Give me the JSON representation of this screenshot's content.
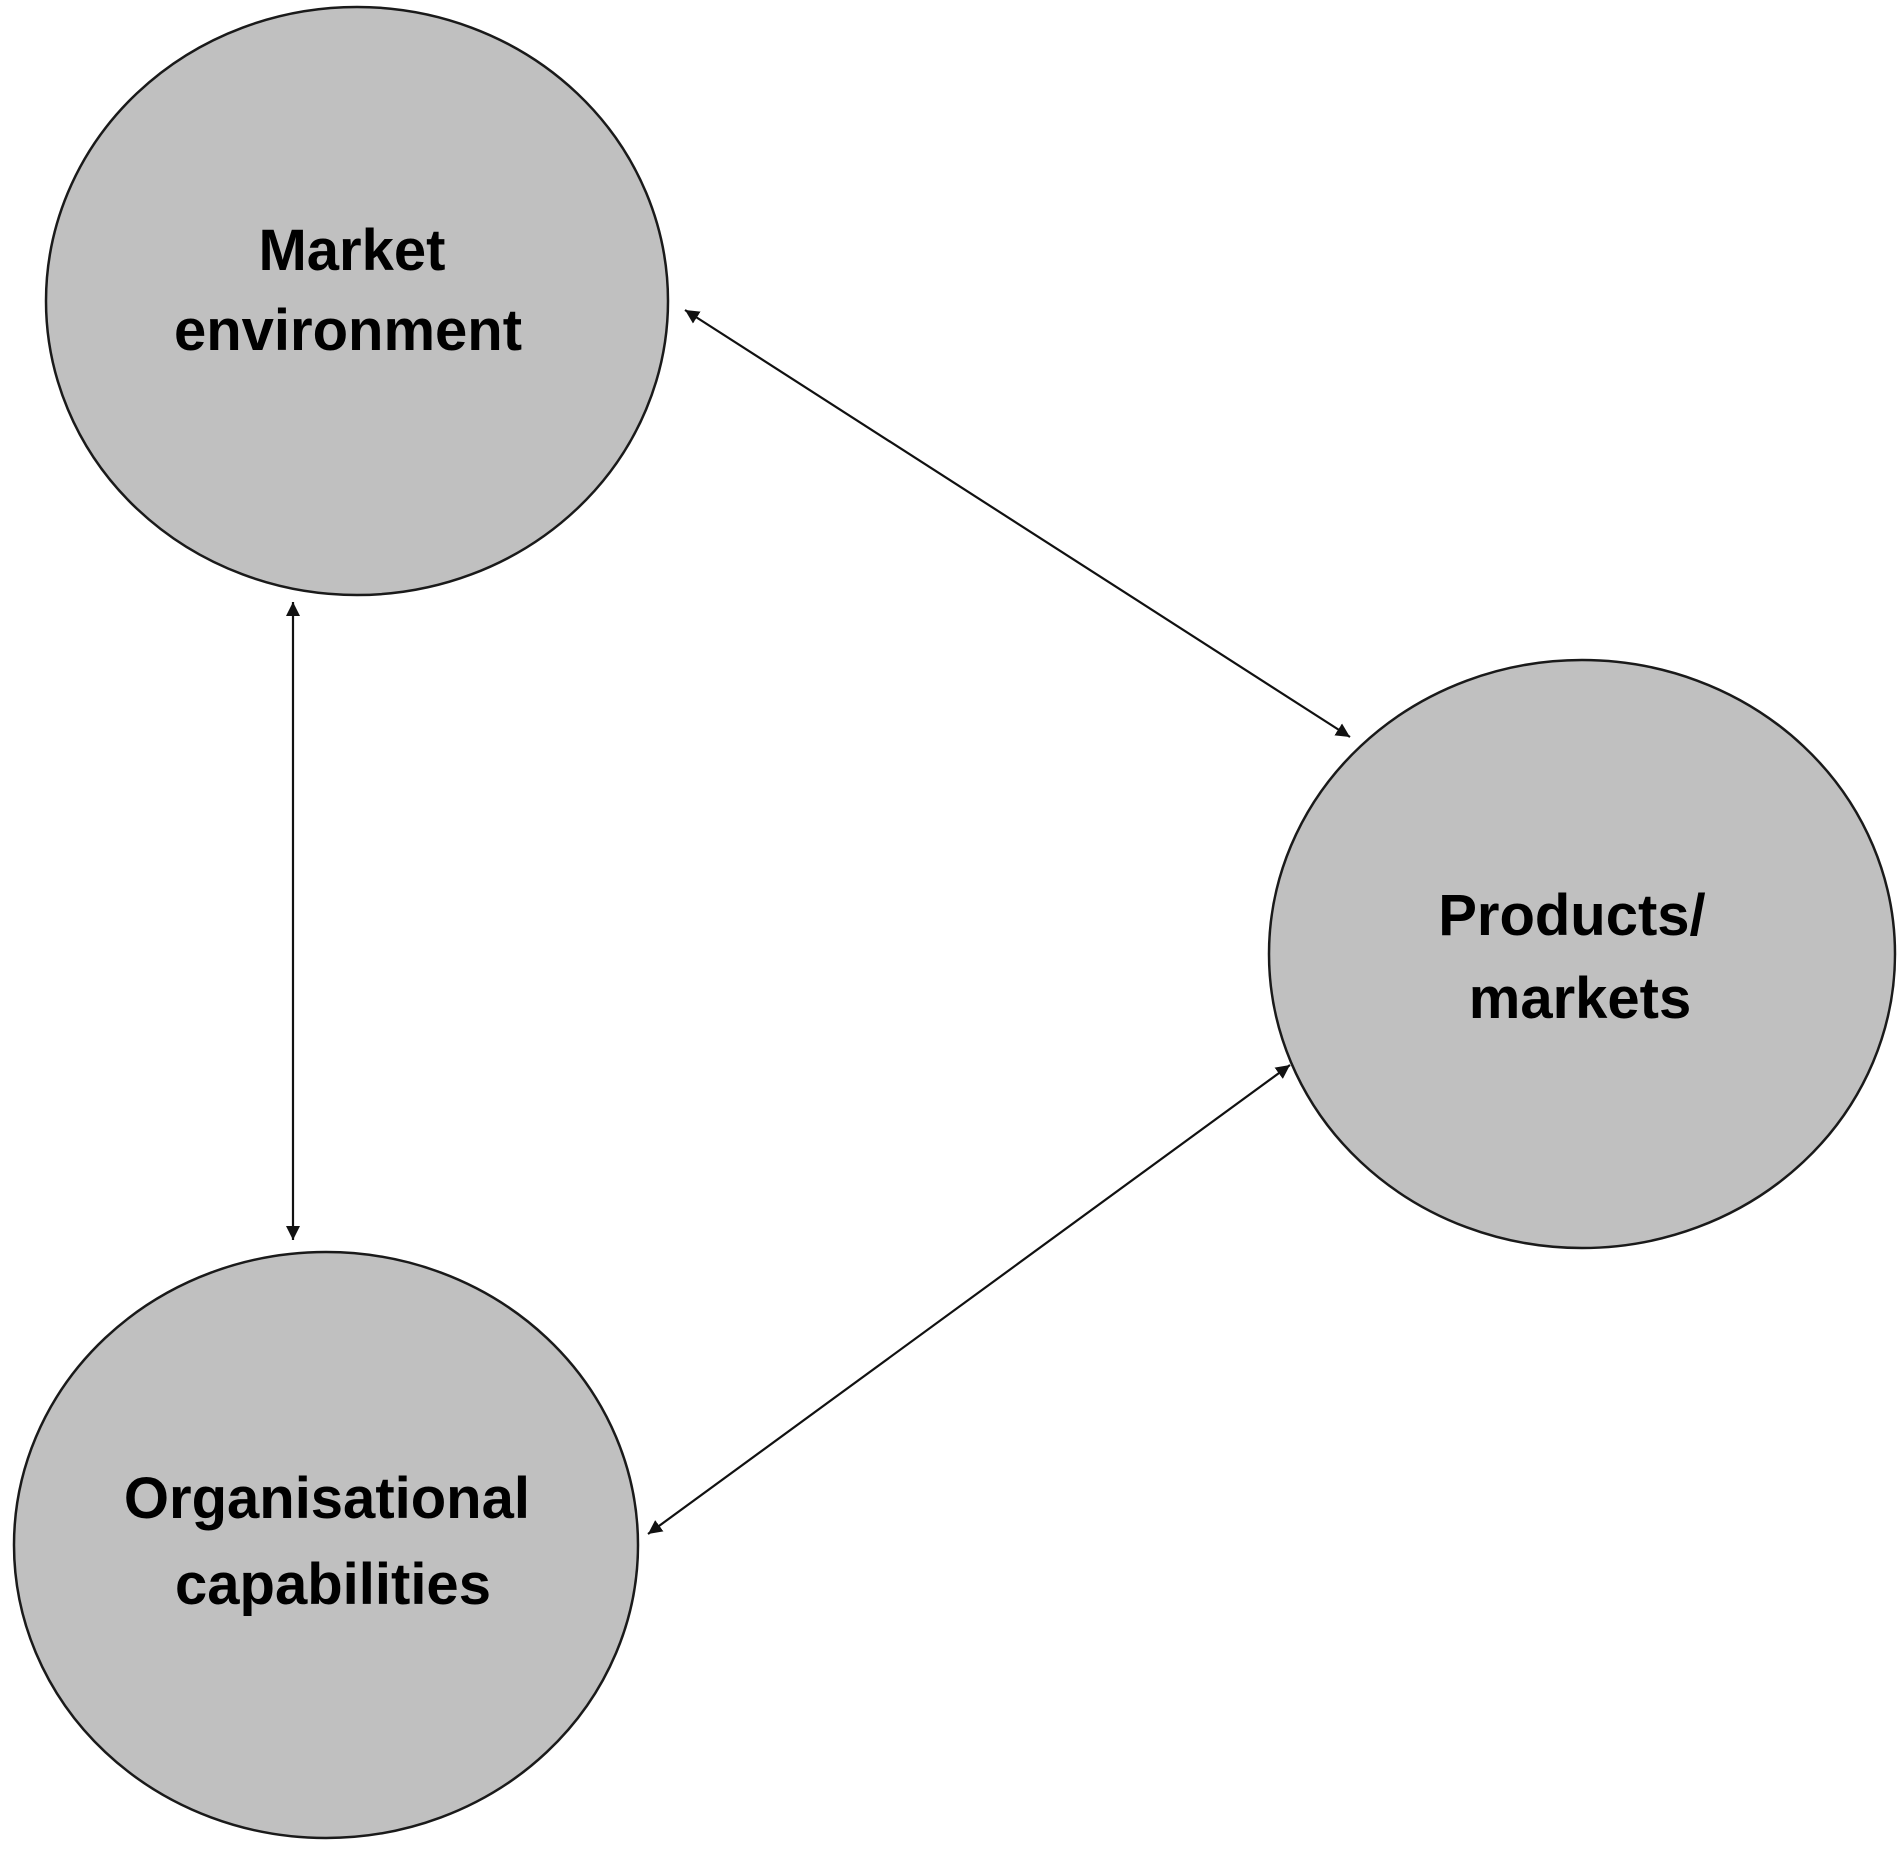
{
  "nodes": [
    {
      "id": "market-environment",
      "lines": [
        "Market",
        "environment"
      ]
    },
    {
      "id": "products-markets",
      "lines": [
        "Products/",
        "markets"
      ]
    },
    {
      "id": "organisational-capabilities",
      "lines": [
        "Organisational",
        "capabilities"
      ]
    }
  ],
  "edges": [
    {
      "from": "market-environment",
      "to": "products-markets",
      "direction": "bidirectional"
    },
    {
      "from": "market-environment",
      "to": "organisational-capabilities",
      "direction": "bidirectional"
    },
    {
      "from": "products-markets",
      "to": "organisational-capabilities",
      "direction": "bidirectional"
    }
  ],
  "colors": {
    "node_fill": "#c0c0c0",
    "node_stroke": "#1a1a1a",
    "text": "#000000",
    "connector": "#111111",
    "background": "#ffffff"
  }
}
